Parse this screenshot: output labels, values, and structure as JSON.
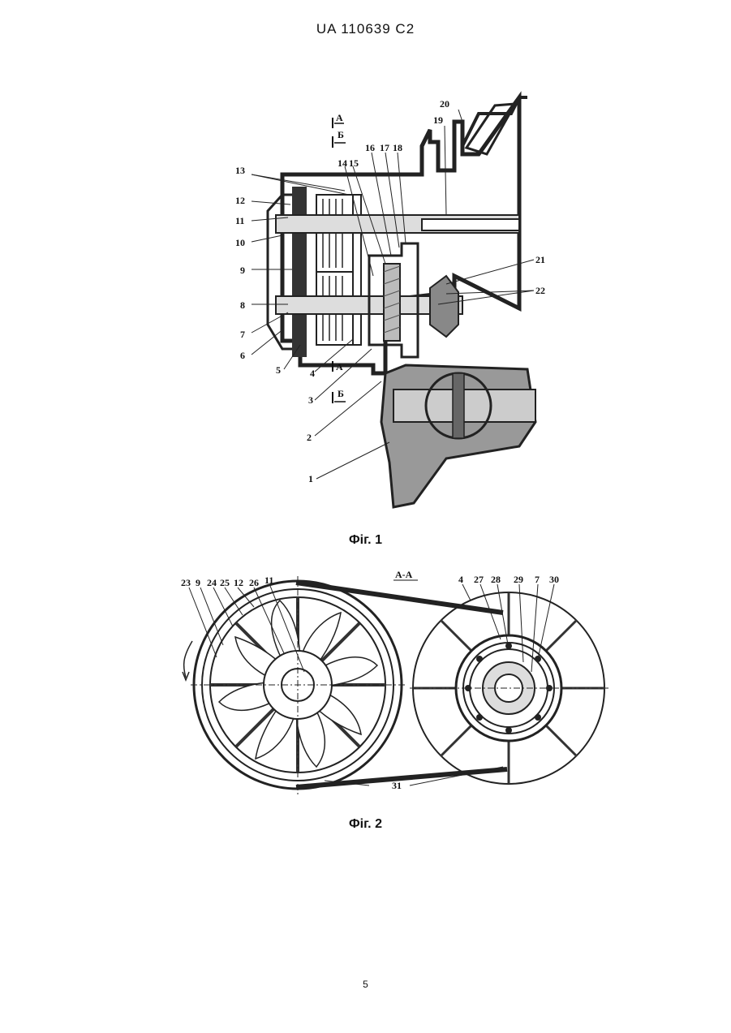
{
  "header": {
    "patent_number": "UA   110639   C2"
  },
  "figure1": {
    "caption": "Фіг. 1",
    "section_marks": {
      "a": "А",
      "b": "Б"
    },
    "labels": [
      "1",
      "2",
      "3",
      "4",
      "5",
      "6",
      "7",
      "8",
      "9",
      "10",
      "11",
      "12",
      "13",
      "14",
      "15",
      "16",
      "17",
      "18",
      "19",
      "20",
      "21",
      "22"
    ]
  },
  "figure2": {
    "caption": "Фіг. 2",
    "section_title": "А-А",
    "labels": [
      "23",
      "9",
      "24",
      "25",
      "12",
      "26",
      "11",
      "4",
      "27",
      "28",
      "29",
      "7",
      "30",
      "31"
    ]
  },
  "footer": {
    "page_number": "5"
  }
}
